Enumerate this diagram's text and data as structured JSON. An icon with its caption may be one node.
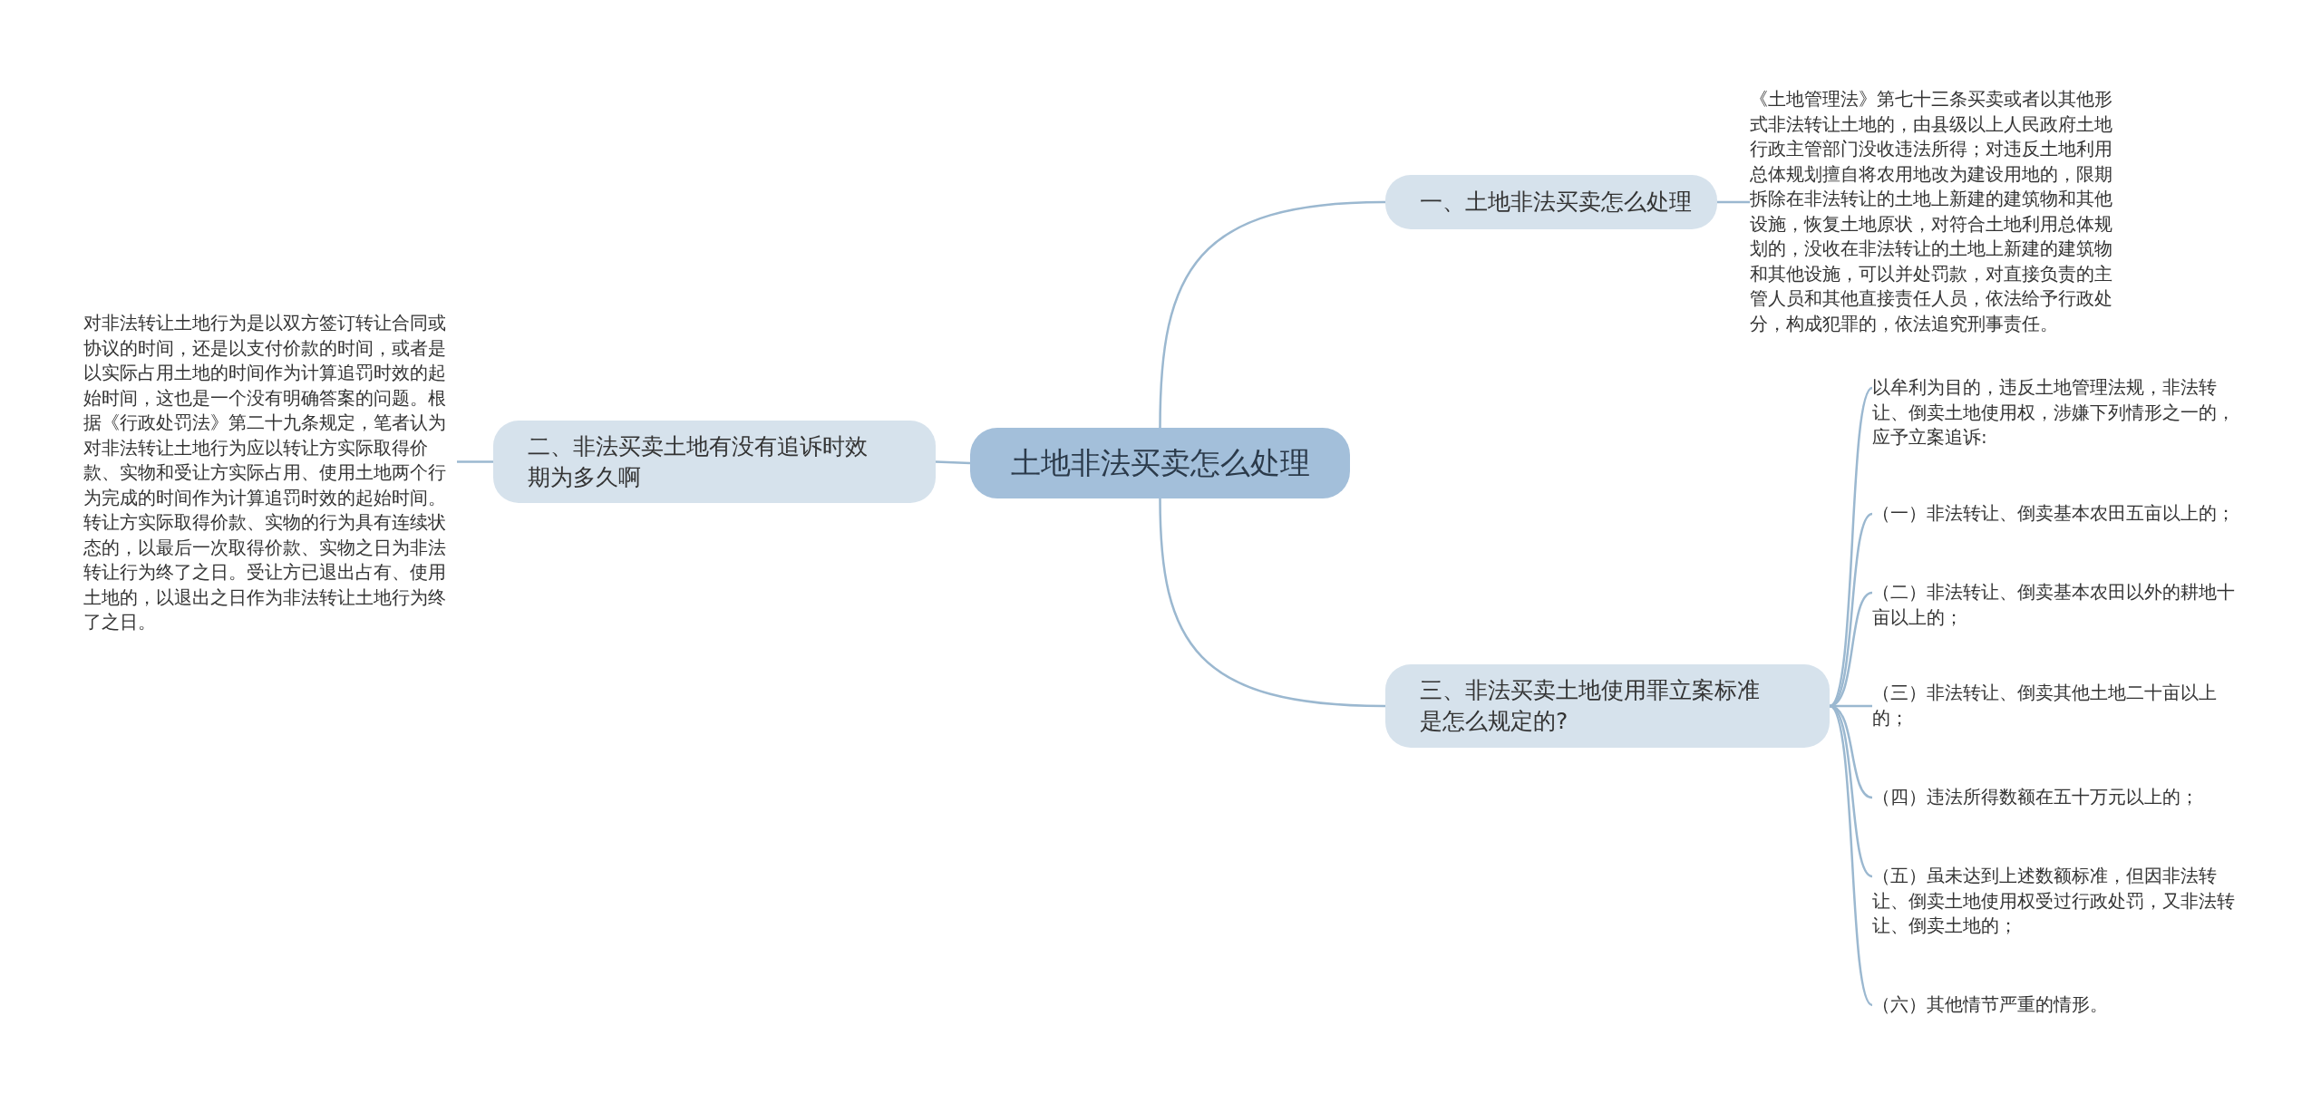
{
  "diagram": {
    "nodes": [
      {
        "text": [
          "土地非法买卖怎么处理"
        ]
      },
      {
        "text": [
          "一、土地非法买卖怎么处理"
        ]
      },
      {
        "text": [
          "《土地管理法》第七十三条买卖或者以其他形式非法转让土地的，由县级以上人民政府土地行政主管部门没收违法所得；对违反土地利用总体规划擅自将农用地改为建设用地的，限期拆除在非法转让的土地上新建的建筑物和其他设施，恢复土地原状，对符合土地利用总体规划的，没收在非法转让的土地上新建的建筑物和其他设施，可以并处罚款，对直接负责的主管人员和其他直接责任人员，依法给予行政处分，构成犯罪的，依法追究刑事责任。"
        ]
      },
      {
        "text": [
          "二、非法买卖土地有没有追诉时效期为多久啊"
        ]
      },
      {
        "text": [
          "对非法转让土地行为是以双方签订转让合同或协议的时间，还是以支付价款的时间，或者是以实际占用土地的时间作为计算追罚时效的起始时间，这也是一个没有明确答案的问题。根据《行政处罚法》第二十九条规定，笔者认为对非法转让土地行为应以转让方实际取得价款、实物和受让方实际占用、使用土地两个行为完成的时间作为计算追罚时效的起始时间。转让方实际取得价款、实物的行为具有连续状态的，以最后一次取得价款、实物之日为非法转让行为终了之日。受让方已退出占有、使用土地的，以退出之日作为非法转让土地行为终了之日。"
        ]
      },
      {
        "text": [
          "三、非法买卖土地使用罪立案标准是怎么规定的?"
        ]
      },
      {
        "text": [
          "以牟利为目的，违反土地管理法规，非法转让、倒卖土地使用权，涉嫌下列情形之一的，应予立案追诉:"
        ]
      },
      {
        "text": [
          "（一）非法转让、倒卖基本农田五亩以上的；"
        ]
      },
      {
        "text": [
          "（二）非法转让、倒卖基本农田以外的耕地十亩以上的；"
        ]
      },
      {
        "text": [
          "（三）非法转让、倒卖其他土地二十亩以上的；"
        ]
      },
      {
        "text": [
          "（四）违法所得数额在五十万元以上的；"
        ]
      },
      {
        "text": [
          "（五）虽未达到上述数额标准，但因非法转让、倒卖土地使用权受过行政处罚，又非法转让、倒卖土地的；"
        ]
      },
      {
        "text": [
          "（六）其他情节严重的情形。"
        ]
      }
    ],
    "edges": [
      {
        "from": 0,
        "to": 1,
        "arrow": "none"
      },
      {
        "from": 1,
        "to": 2,
        "arrow": "none"
      },
      {
        "from": 0,
        "to": 3,
        "arrow": "none"
      },
      {
        "from": 3,
        "to": 4,
        "arrow": "none"
      },
      {
        "from": 0,
        "to": 5,
        "arrow": "none"
      },
      {
        "from": 5,
        "to": 6,
        "arrow": "none"
      },
      {
        "from": 5,
        "to": 7,
        "arrow": "none"
      },
      {
        "from": 5,
        "to": 8,
        "arrow": "none"
      },
      {
        "from": 5,
        "to": 9,
        "arrow": "none"
      },
      {
        "from": 5,
        "to": 10,
        "arrow": "none"
      },
      {
        "from": 5,
        "to": 11,
        "arrow": "none"
      },
      {
        "from": 5,
        "to": 12,
        "arrow": "none"
      }
    ]
  }
}
